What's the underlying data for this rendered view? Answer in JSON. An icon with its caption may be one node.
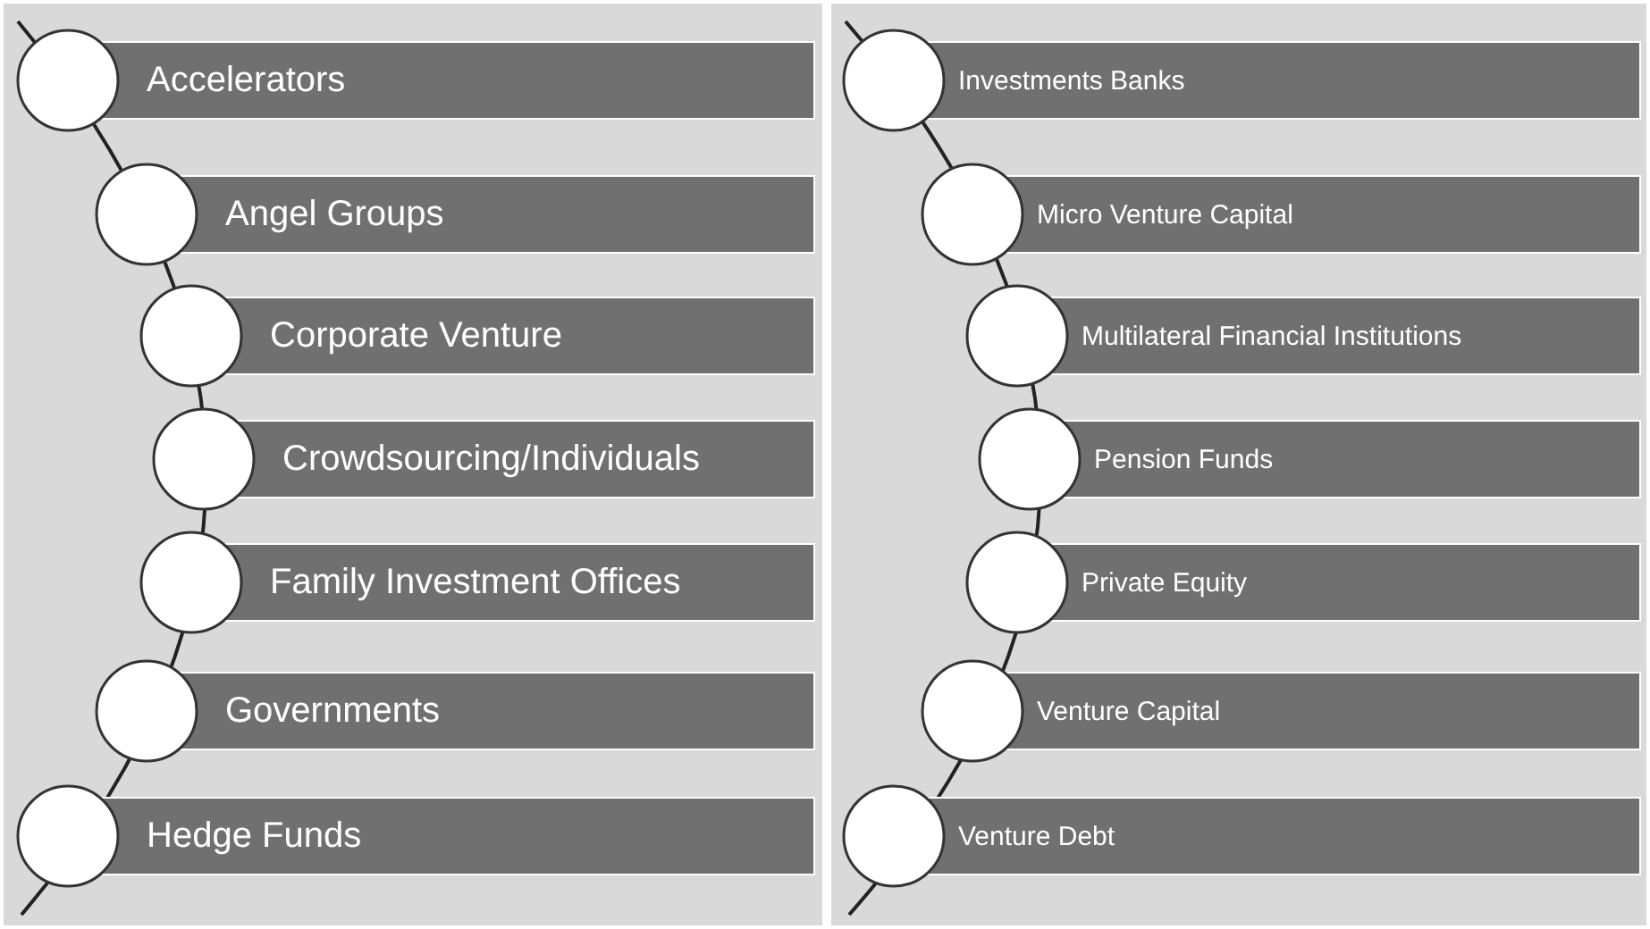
{
  "diagram": {
    "nodes": [
      {
        "text": [
          "Accelerators"
        ]
      },
      {
        "text": [
          "Angel Groups"
        ]
      },
      {
        "text": [
          "Corporate Venture"
        ]
      },
      {
        "text": [
          "Crowdsourcing/Individuals"
        ]
      },
      {
        "text": [
          "Family Investment Offices"
        ]
      },
      {
        "text": [
          "Governments"
        ]
      },
      {
        "text": [
          "Hedge Funds"
        ]
      },
      {
        "text": [
          "Investments Banks"
        ]
      },
      {
        "text": [
          "Micro Venture Capital"
        ]
      },
      {
        "text": [
          "Multilateral Financial Institutions"
        ]
      },
      {
        "text": [
          "Pension Funds"
        ]
      },
      {
        "text": [
          "Private Equity"
        ]
      },
      {
        "text": [
          "Venture Capital"
        ]
      },
      {
        "text": [
          "Venture Debt"
        ]
      }
    ]
  }
}
